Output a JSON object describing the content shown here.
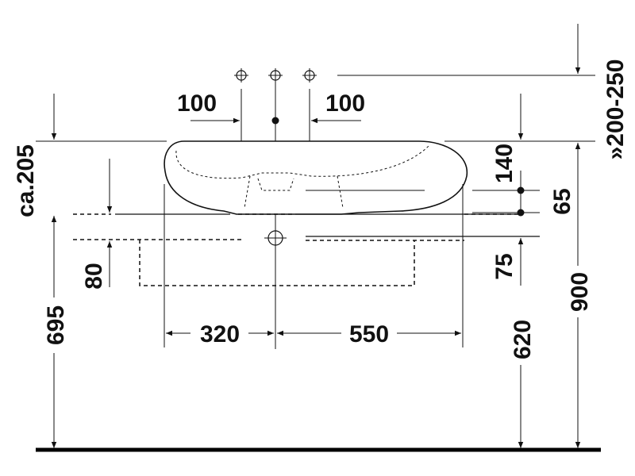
{
  "drawing": {
    "dimensions": {
      "tap_left": "100",
      "tap_right": "100",
      "overall_height_left": "ca.205",
      "top_right": "140",
      "right_65": "65",
      "left_80": "80",
      "right_75": "75",
      "left_695": "695",
      "width_left_320": "320",
      "width_right_550": "550",
      "right_620": "620",
      "right_900": "900",
      "tap_height": "»200-250"
    }
  }
}
